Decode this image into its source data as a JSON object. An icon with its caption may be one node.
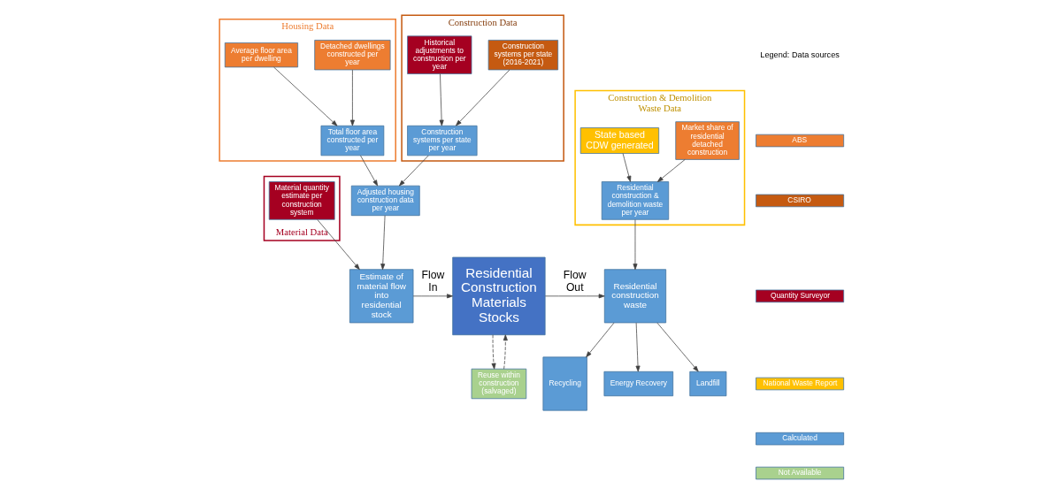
{
  "diagram": {
    "nodes": [
      {
        "text": [
          "Housing Data"
        ]
      },
      {
        "text": [
          "Detached dwellings constructed per year"
        ],
        "in": 0
      },
      {
        "text": [
          "Average floor area per dwelling"
        ],
        "in": 0
      },
      {
        "text": [
          "Total floor area constructed per year"
        ],
        "in": 0
      },
      {
        "text": [
          "Construction Data"
        ]
      },
      {
        "text": [
          "Construction systems per state (2016-2021)"
        ],
        "in": 4
      },
      {
        "text": [
          "Historical adjustments to construction per year"
        ],
        "in": 4
      },
      {
        "text": [
          "Construction systems per state per year"
        ],
        "in": 4
      },
      {
        "text": [
          "Construction & Demolition Waste Data"
        ]
      },
      {
        "text": [
          "Market share of residential detached construction"
        ],
        "in": 8
      },
      {
        "text": [
          "State based CDW generated"
        ],
        "in": 8
      },
      {
        "text": [
          "Residential construction & demolition waste per year"
        ],
        "in": 8
      },
      {
        "text": [
          "Adjusted housing construction data per year"
        ]
      },
      {
        "text": [
          "Material Data"
        ]
      },
      {
        "text": [
          "Material quantity estimate per construction system"
        ],
        "in": 13
      },
      {
        "text": [
          "Estimate of material flow into residential stock"
        ]
      },
      {
        "text": [
          "Residential Construction Materials Stocks"
        ]
      },
      {
        "text": [
          "Residential construction waste"
        ]
      },
      {
        "text": [
          "Landfill"
        ]
      },
      {
        "text": [
          "Recycling"
        ]
      },
      {
        "text": [
          "Energy Recovery"
        ]
      },
      {
        "text": [
          "Reuse within construction (salvaged)"
        ]
      }
    ],
    "edges": [
      {
        "from": 1,
        "to": 3,
        "arrow": "to"
      },
      {
        "from": 2,
        "to": 3,
        "arrow": "to"
      },
      {
        "from": 5,
        "to": 7,
        "arrow": "to"
      },
      {
        "from": 6,
        "to": 7,
        "arrow": "to"
      },
      {
        "from": 9,
        "to": 11,
        "arrow": "to"
      },
      {
        "from": 10,
        "to": 11,
        "arrow": "to"
      },
      {
        "from": 3,
        "to": 12,
        "arrow": "to"
      },
      {
        "from": 7,
        "to": 12,
        "arrow": "to"
      },
      {
        "from": 12,
        "to": 15,
        "arrow": "to"
      },
      {
        "from": 14,
        "to": 15,
        "arrow": "to"
      },
      {
        "from": 15,
        "to": 16,
        "arrow": "to",
        "label": "Flow In"
      },
      {
        "from": 16,
        "to": 17,
        "arrow": "to",
        "label": "Flow Out"
      },
      {
        "from": 11,
        "to": 17,
        "arrow": "to"
      },
      {
        "from": 17,
        "to": 18,
        "arrow": "to"
      },
      {
        "from": 17,
        "to": 19,
        "arrow": "to"
      },
      {
        "from": 17,
        "to": 20,
        "arrow": "to"
      },
      {
        "from": 16,
        "to": 21,
        "arrow": "to",
        "style": "dashed"
      },
      {
        "from": 21,
        "to": 16,
        "arrow": "to",
        "style": "dashed"
      }
    ],
    "labels": [
      "Legend: Data sources"
    ],
    "legend": [
      {
        "text": "ABS",
        "color": "#ed7d31"
      },
      {
        "text": "CSIRO",
        "color": "#c55a11"
      },
      {
        "text": "Quantity Surveyor",
        "color": "#a50021"
      },
      {
        "text": "National Waste Report",
        "color": "#ffc000"
      },
      {
        "text": "Calculated",
        "color": "#5b9bd5"
      },
      {
        "text": "Not Available",
        "color": "#a9d18e"
      }
    ]
  }
}
